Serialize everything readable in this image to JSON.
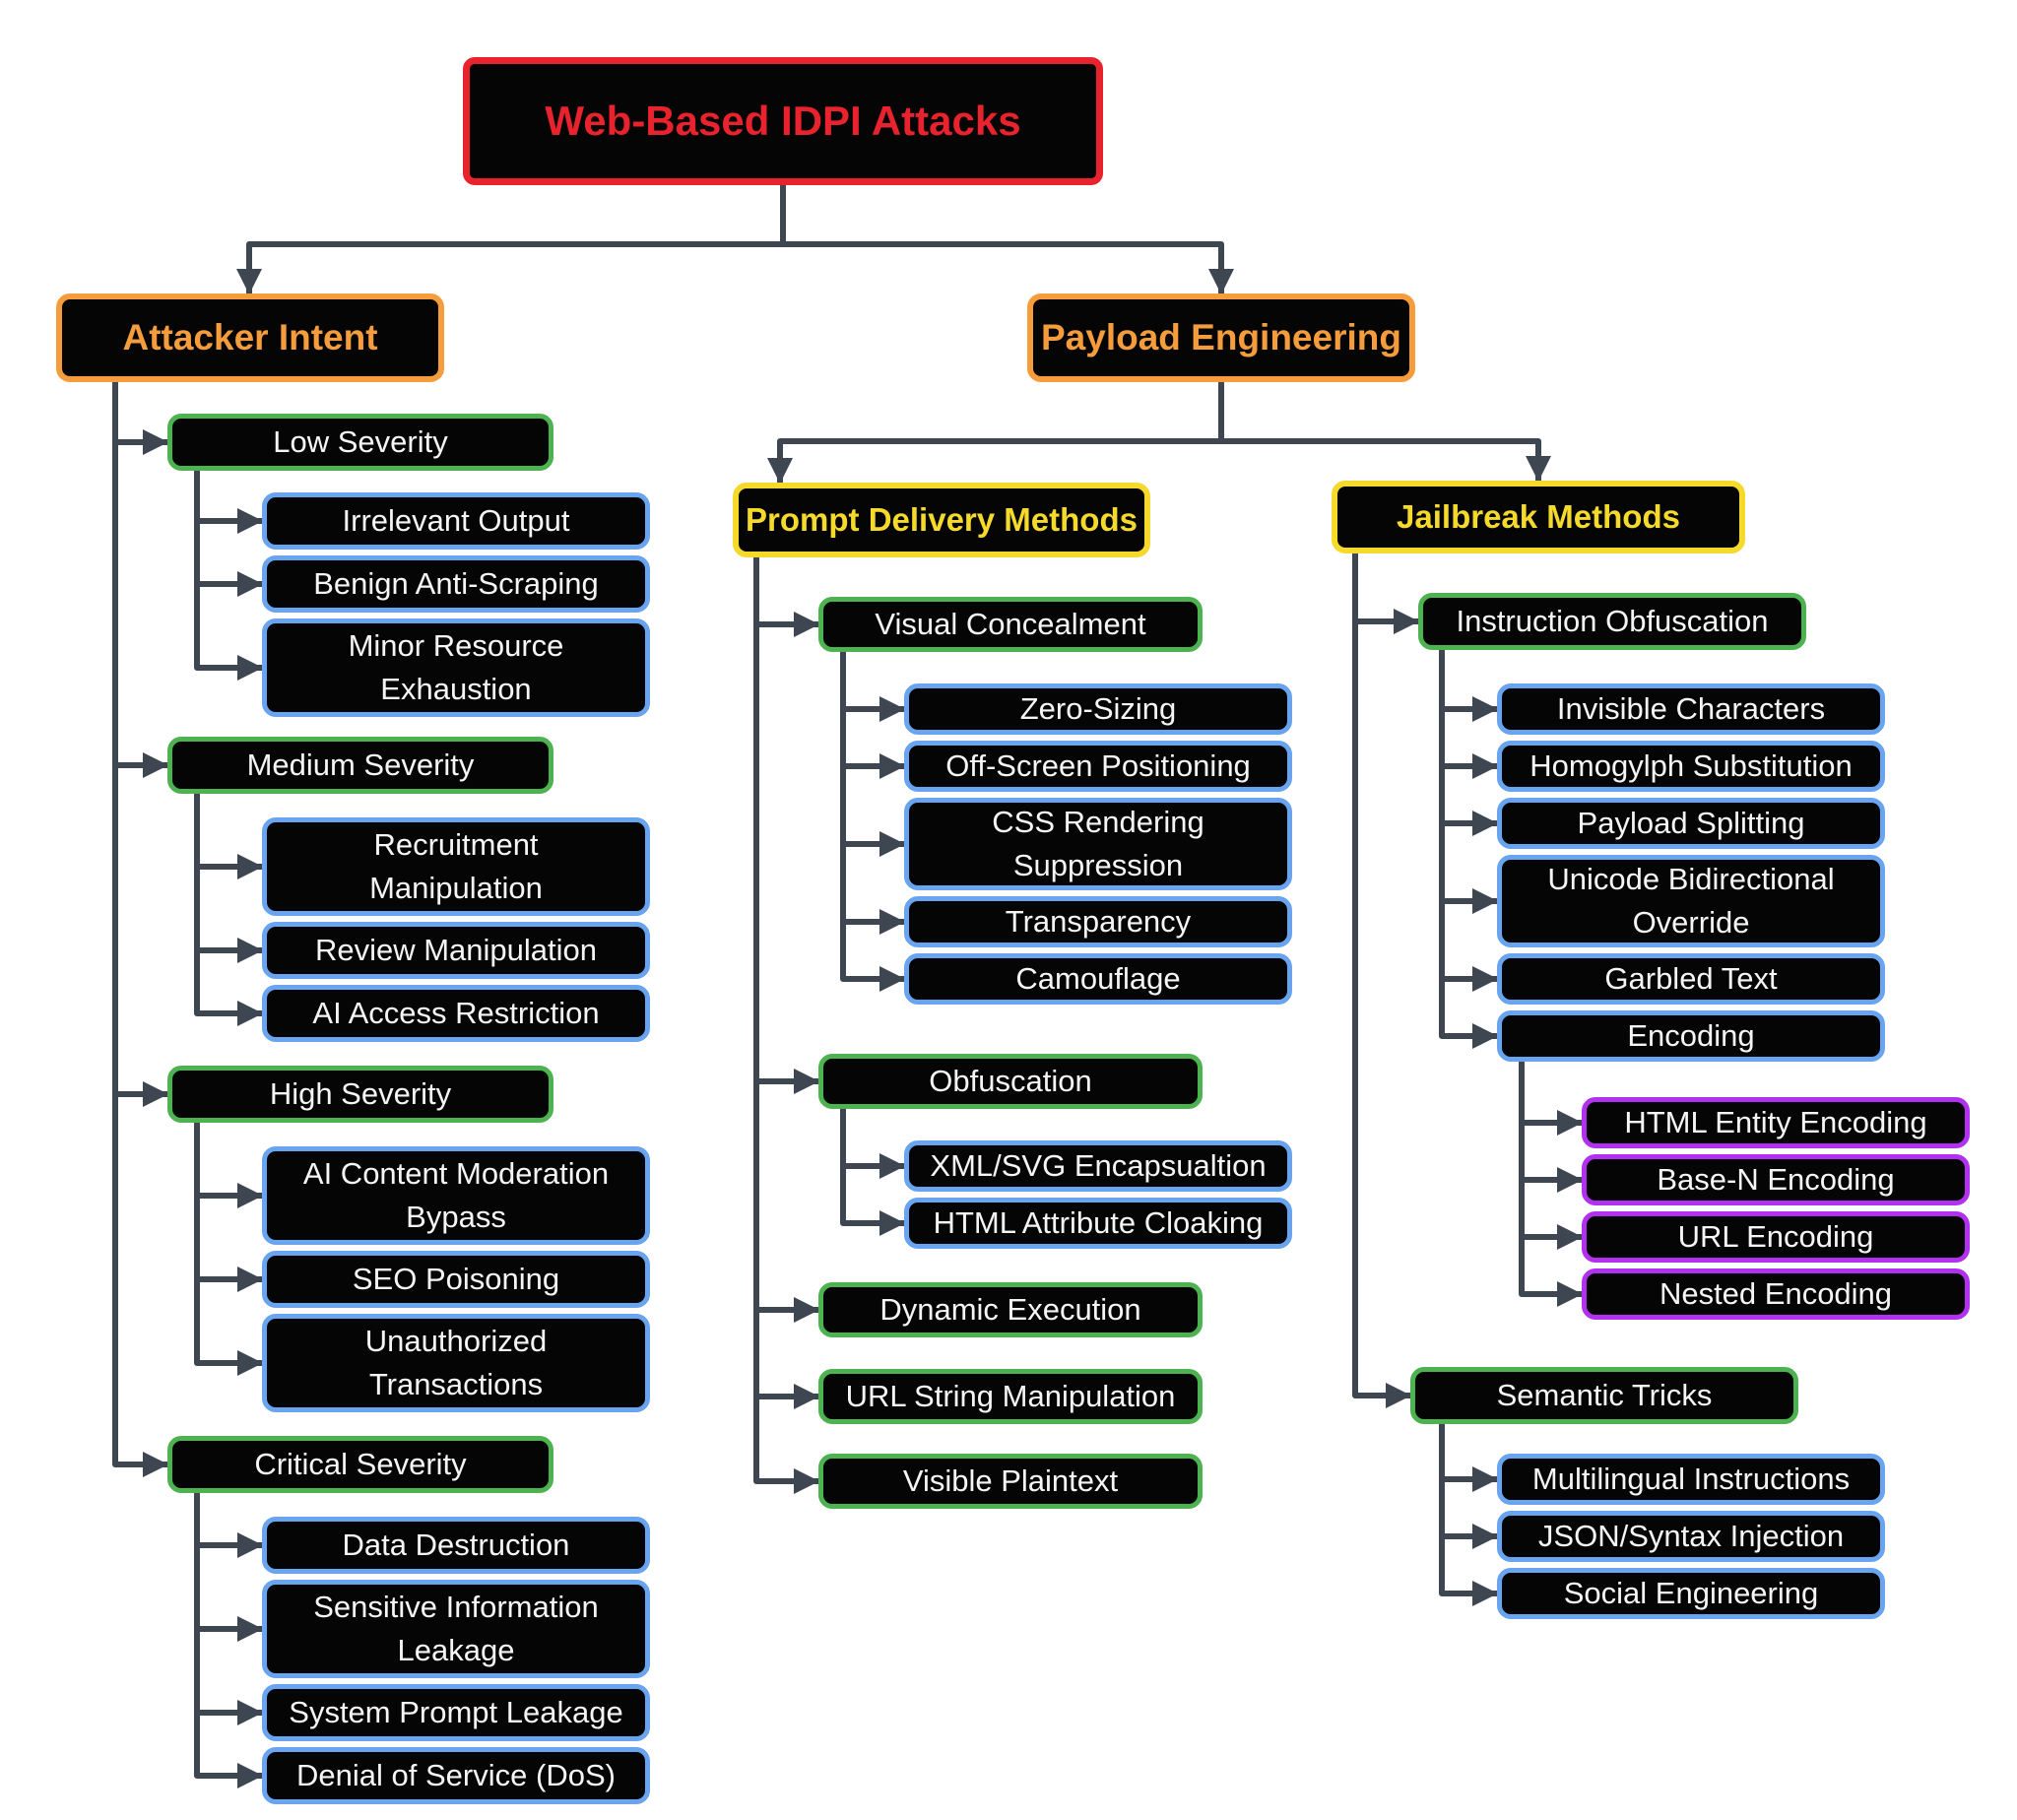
{
  "diagram_title": "Web-Based IDPI Attacks",
  "colors": {
    "background": "#ffffff",
    "line": "#3d4651",
    "node_bg": "#050505",
    "node_text": "#f5f5f5",
    "root_accent": "#e8232e",
    "branch_accent": "#f59c3c",
    "subbranch_accent": "#f5da2c",
    "group_accent": "#4cb350",
    "leaf_accent": "#68a4f0",
    "encoding_accent": "#b231f0"
  },
  "tree": {
    "label": "Web-Based IDPI Attacks",
    "children": [
      {
        "label": "Attacker Intent",
        "children": [
          {
            "label": "Low Severity",
            "children": [
              {
                "label": "Irrelevant Output"
              },
              {
                "label": "Benign Anti-Scraping"
              },
              {
                "label": "Minor Resource\nExhaustion"
              }
            ]
          },
          {
            "label": "Medium Severity",
            "children": [
              {
                "label": "Recruitment\nManipulation"
              },
              {
                "label": "Review Manipulation"
              },
              {
                "label": "AI Access Restriction"
              }
            ]
          },
          {
            "label": "High Severity",
            "children": [
              {
                "label": "AI Content Moderation\nBypass"
              },
              {
                "label": "SEO Poisoning"
              },
              {
                "label": "Unauthorized\nTransactions"
              }
            ]
          },
          {
            "label": "Critical Severity",
            "children": [
              {
                "label": "Data Destruction"
              },
              {
                "label": "Sensitive Information\nLeakage"
              },
              {
                "label": "System Prompt Leakage"
              },
              {
                "label": "Denial of Service (DoS)"
              }
            ]
          }
        ]
      },
      {
        "label": "Payload Engineering",
        "children": [
          {
            "label": "Prompt Delivery Methods",
            "children": [
              {
                "label": "Visual Concealment",
                "children": [
                  {
                    "label": "Zero-Sizing"
                  },
                  {
                    "label": "Off-Screen Positioning"
                  },
                  {
                    "label": "CSS Rendering\nSuppression"
                  },
                  {
                    "label": "Transparency"
                  },
                  {
                    "label": "Camouflage"
                  }
                ]
              },
              {
                "label": "Obfuscation",
                "children": [
                  {
                    "label": "XML/SVG Encapsualtion"
                  },
                  {
                    "label": "HTML Attribute Cloaking"
                  }
                ]
              },
              {
                "label": "Dynamic Execution"
              },
              {
                "label": "URL String Manipulation"
              },
              {
                "label": "Visible Plaintext"
              }
            ]
          },
          {
            "label": "Jailbreak Methods",
            "children": [
              {
                "label": "Instruction Obfuscation",
                "children": [
                  {
                    "label": "Invisible Characters"
                  },
                  {
                    "label": "Homogylph Substitution"
                  },
                  {
                    "label": "Payload Splitting"
                  },
                  {
                    "label": "Unicode Bidirectional\nOverride"
                  },
                  {
                    "label": "Garbled Text"
                  },
                  {
                    "label": "Encoding",
                    "children": [
                      {
                        "label": "HTML Entity Encoding"
                      },
                      {
                        "label": "Base-N Encoding"
                      },
                      {
                        "label": "URL Encoding"
                      },
                      {
                        "label": "Nested Encoding"
                      }
                    ]
                  }
                ]
              },
              {
                "label": "Semantic Tricks",
                "children": [
                  {
                    "label": "Multilingual Instructions"
                  },
                  {
                    "label": "JSON/Syntax Injection"
                  },
                  {
                    "label": "Social Engineering"
                  }
                ]
              }
            ]
          }
        ]
      }
    ]
  }
}
